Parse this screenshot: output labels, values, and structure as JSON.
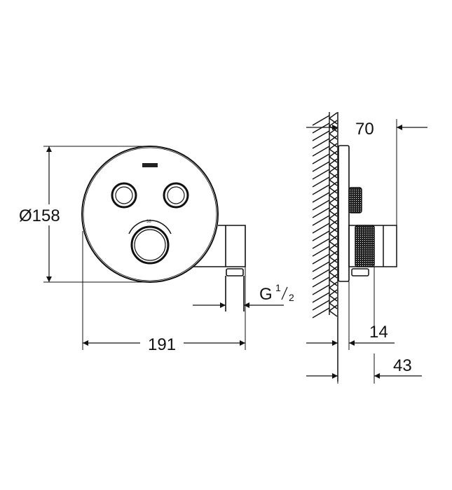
{
  "dimensions": {
    "diameter": "Ø158",
    "width": "191",
    "thread_prefix": "G",
    "thread_num": "1",
    "thread_den": "2",
    "depth_total": "70",
    "plate_depth": "14",
    "outlet_depth": "43"
  },
  "dial_label": "38",
  "colors": {
    "line": "#111111",
    "background": "#ffffff"
  }
}
